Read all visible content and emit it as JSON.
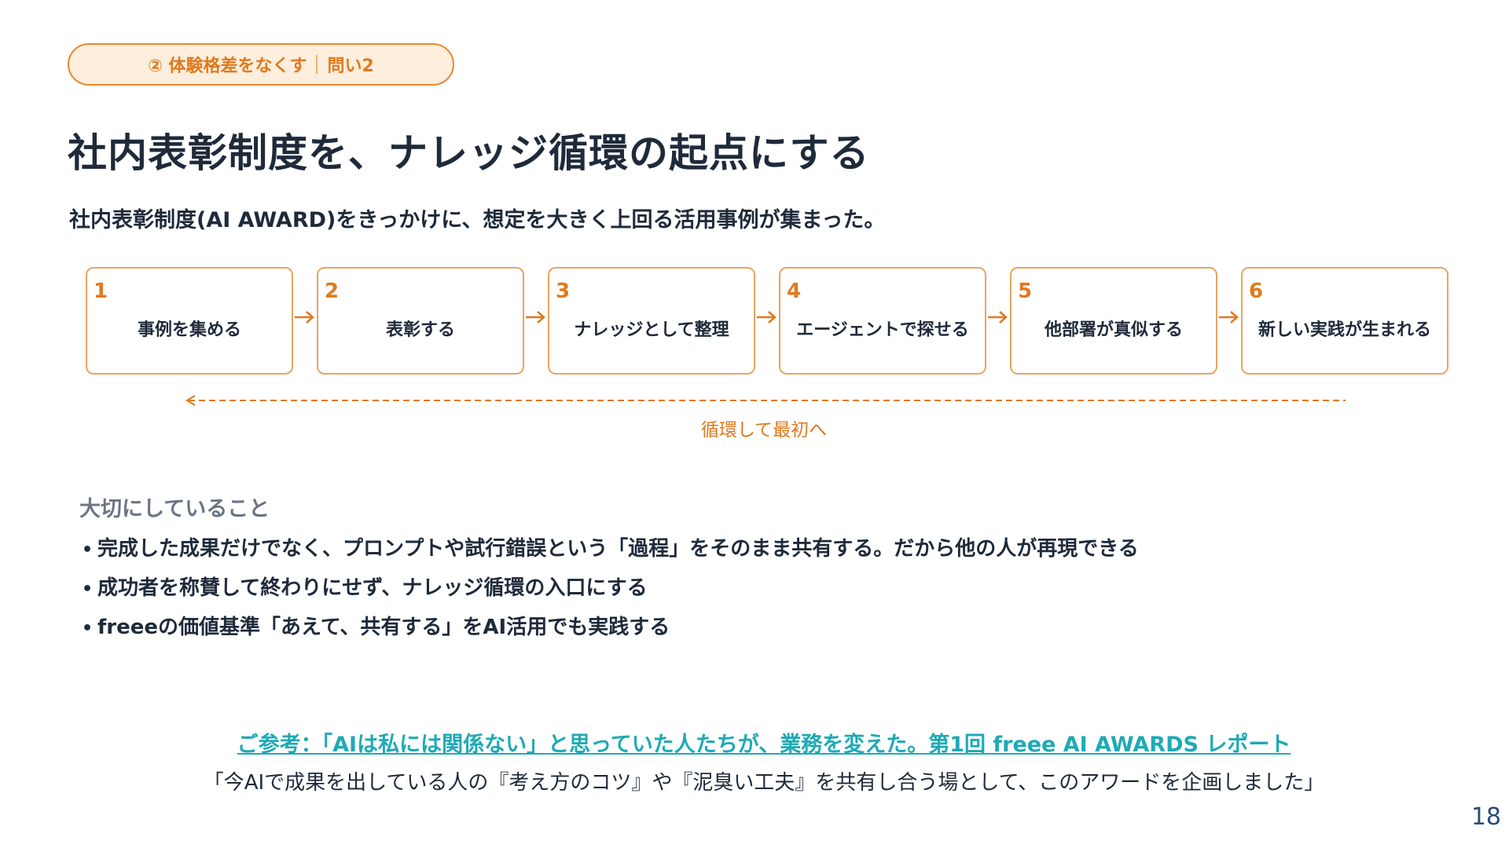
{
  "tag": {
    "left": "② 体験格差をなくす",
    "right": "問い2"
  },
  "title": "社内表彰制度を、ナレッジ循環の起点にする",
  "subtitle": "社内表彰制度(AI AWARD)をきっかけに、想定を大きく上回る活用事例が集まった。",
  "steps": [
    {
      "num": "1",
      "label": "事例を集める"
    },
    {
      "num": "2",
      "label": "表彰する"
    },
    {
      "num": "3",
      "label": "ナレッジとして整理"
    },
    {
      "num": "4",
      "label": "エージェントで探せる"
    },
    {
      "num": "5",
      "label": "他部署が真似する"
    },
    {
      "num": "6",
      "label": "新しい実践が生まれる"
    }
  ],
  "arrow_glyph": "→",
  "loop_label": "循環して最初へ",
  "section": {
    "heading": "大切にしていること",
    "bullet_glyph": "•",
    "items": [
      "完成した成果だけでなく、プロンプトや試行錯誤という「過程」をそのまま共有する。だから他の人が再現できる",
      "成功者を称賛して終わりにせず、ナレッジ循環の入口にする",
      "freeeの価値基準「あえて、共有する」をAI活用でも実践する"
    ]
  },
  "reference": {
    "link_text": "ご参考：「AIは私には関係ない」と思っていた人たちが、業務を変えた。第1回 freee AI AWARDS レポート",
    "quote": "「今AIで成果を出している人の『考え方のコツ』や『泥臭い工夫』を共有し合う場として、このアワードを企画しました」"
  },
  "page_number": "18",
  "colors": {
    "accent_orange": "#e07a1f",
    "link_teal": "#1eaab5",
    "text_dark": "#1f2a3a",
    "muted_gray": "#6b7585",
    "page_number_blue": "#2b4a7a"
  }
}
